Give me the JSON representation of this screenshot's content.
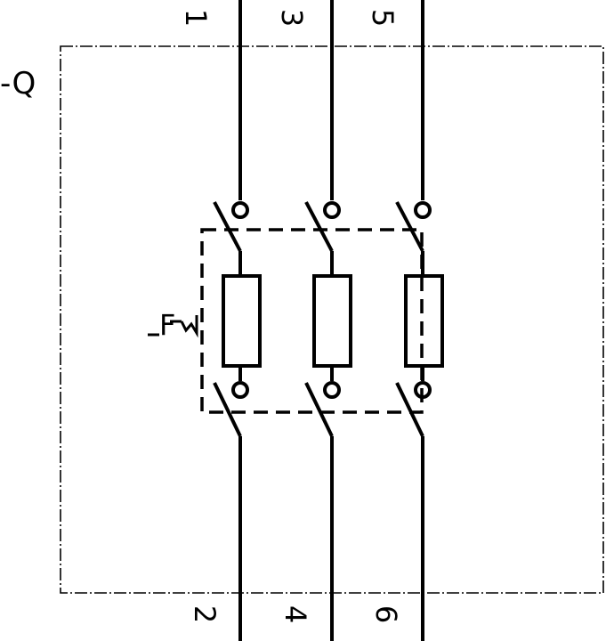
{
  "designation": "-Q",
  "function_label": "F",
  "terminals": {
    "top": [
      "1",
      "3",
      "5"
    ],
    "bottom": [
      "2",
      "4",
      "6"
    ]
  },
  "colors": {
    "line": "#000000",
    "background": "#ffffff"
  }
}
